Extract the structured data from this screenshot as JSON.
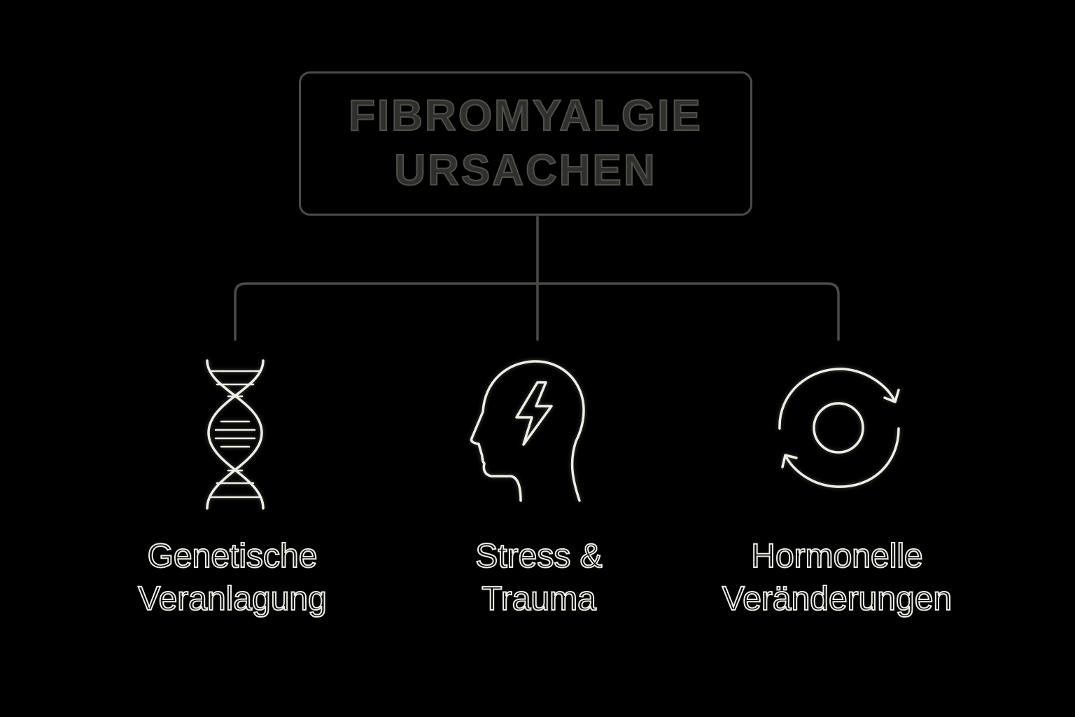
{
  "title": {
    "line1": "FIBROMYALGIE",
    "line2": "URSACHEN"
  },
  "causes": [
    {
      "icon": "dna-icon",
      "line1": "Genetische",
      "line2": "Veranlagung"
    },
    {
      "icon": "head-lightning-icon",
      "line1": "Stress &",
      "line2": "Trauma"
    },
    {
      "icon": "cycle-arrows-icon",
      "line1": "Hormonelle",
      "line2": "Veränderungen"
    }
  ],
  "colors": {
    "background": "#000000",
    "box_and_connectors": "#4a4c47",
    "title_text": "#2f302c",
    "icon_and_label_outline": "#efefe6"
  }
}
